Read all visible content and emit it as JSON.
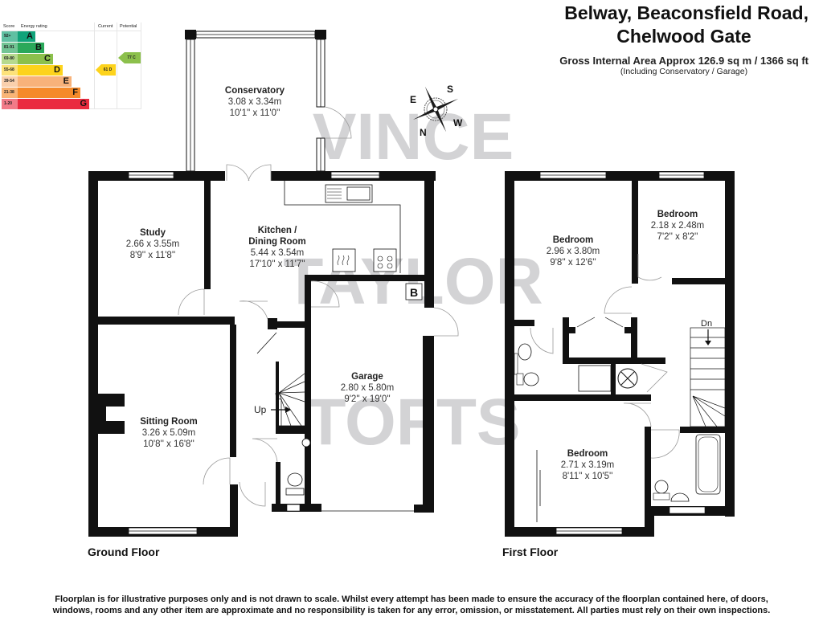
{
  "header": {
    "title_line1": "Belway, Beaconsfield Road,",
    "title_line2": "Chelwood Gate",
    "gross_area": "Gross Internal Area Approx 126.9 sq m / 1366 sq ft",
    "area_note": "(Including Conservatory / Garage)"
  },
  "epc": {
    "headers": {
      "score": "Score",
      "rating": "Energy rating",
      "current": "Current",
      "potential": "Potential"
    },
    "bands": [
      {
        "score": "92+",
        "letter": "A",
        "color": "#10a37a"
      },
      {
        "score": "81-91",
        "letter": "B",
        "color": "#2aa85a"
      },
      {
        "score": "69-80",
        "letter": "C",
        "color": "#8cc04c"
      },
      {
        "score": "55-68",
        "letter": "D",
        "color": "#fdd31c"
      },
      {
        "score": "39-54",
        "letter": "E",
        "color": "#f8b27a"
      },
      {
        "score": "21-38",
        "letter": "F",
        "color": "#f58a2a"
      },
      {
        "score": "1-20",
        "letter": "G",
        "color": "#ea2b3f"
      }
    ],
    "current": {
      "label": "61 D",
      "color": "#fdd31c"
    },
    "potential": {
      "label": "77 C",
      "color": "#8cc04c"
    }
  },
  "compass": {
    "n": "N",
    "s": "S",
    "e": "E",
    "w": "W"
  },
  "watermark": {
    "line1": "VINCE",
    "line2": "TAYLOR",
    "line3": "TOFTS"
  },
  "ground_floor": {
    "label": "Ground Floor",
    "rooms": {
      "conservatory": {
        "name": "Conservatory",
        "metric": "3.08 x 3.34m",
        "imperial": "10'1'' x 11'0''"
      },
      "study": {
        "name": "Study",
        "metric": "2.66 x 3.55m",
        "imperial": "8'9'' x 11'8''"
      },
      "kitchen": {
        "name_1": "Kitchen /",
        "name_2": "Dining Room",
        "metric": "5.44 x 3.54m",
        "imperial": "17'10'' x 11'7''"
      },
      "sitting": {
        "name": "Sitting Room",
        "metric": "3.26 x 5.09m",
        "imperial": "10'8'' x 16'8''"
      },
      "garage": {
        "name": "Garage",
        "metric": "2.80 x 5.80m",
        "imperial": "9'2'' x 19'0''"
      }
    },
    "boiler": "B",
    "stairs": "Up"
  },
  "first_floor": {
    "label": "First Floor",
    "rooms": {
      "bed1": {
        "name": "Bedroom",
        "metric": "2.96 x 3.80m",
        "imperial": "9'8'' x 12'6''"
      },
      "bed2": {
        "name": "Bedroom",
        "metric": "2.18 x 2.48m",
        "imperial": "7'2'' x 8'2''"
      },
      "bed3": {
        "name": "Bedroom",
        "metric": "2.71 x 3.19m",
        "imperial": "8'11'' x 10'5''"
      }
    },
    "stairs": "Dn"
  },
  "disclaimer": {
    "line1": "Floorplan is for illustrative purposes only and is not drawn to scale. Whilst every attempt has been made to ensure the accuracy of the floorplan contained here, of doors,",
    "line2": "windows, rooms  and any other item are approximate and no responsibility is taken for any error, omission, or misstatement. All parties must rely on their own inspections."
  }
}
